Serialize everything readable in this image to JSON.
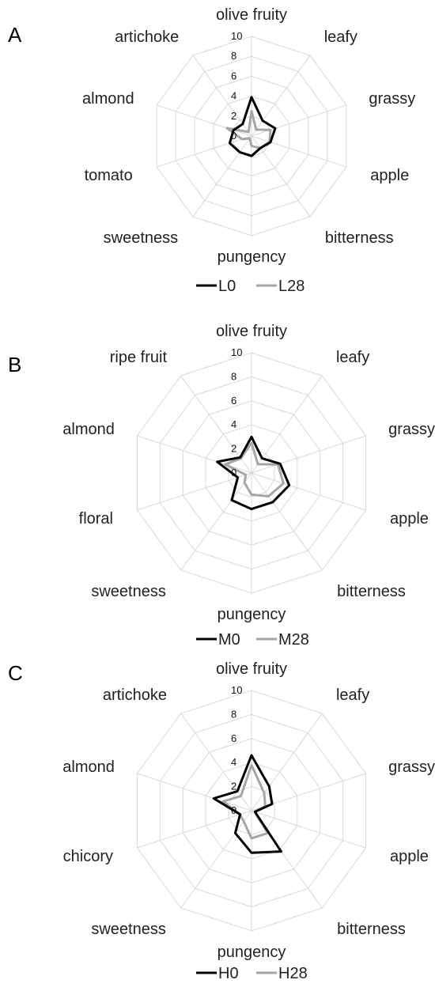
{
  "chart_data": [
    {
      "type": "radar",
      "panel": "A",
      "axes": [
        "olive fruity",
        "leafy",
        "grassy",
        "apple",
        "bitterness",
        "pungency",
        "sweetness",
        "tomato",
        "almond",
        "artichoke"
      ],
      "rlim": [
        0,
        10
      ],
      "ticks": [
        "0",
        "2",
        "4",
        "6",
        "8",
        "10"
      ],
      "series": [
        {
          "name": "L0",
          "color": "#000000",
          "values": [
            3.9,
            1.9,
            2.5,
            2.0,
            1.5,
            2.0,
            2.0,
            2.3,
            1.9,
            1.5
          ]
        },
        {
          "name": "L28",
          "color": "#a6a6a6",
          "values": [
            2.5,
            0.8,
            2.0,
            1.9,
            1.5,
            1.0,
            0.3,
            1.0,
            2.6,
            0.5
          ]
        }
      ]
    },
    {
      "type": "radar",
      "panel": "B",
      "axes": [
        "olive fruity",
        "leafy",
        "grassy",
        "apple",
        "bitterness",
        "pungency",
        "sweetness",
        "floral",
        "almond",
        "ripe fruit"
      ],
      "rlim": [
        0,
        10
      ],
      "ticks": [
        "0",
        "2",
        "4",
        "6",
        "8",
        "10"
      ],
      "series": [
        {
          "name": "M0",
          "color": "#000000",
          "values": [
            3.0,
            1.5,
            2.5,
            3.3,
            3.0,
            3.0,
            2.8,
            1.2,
            3.0,
            1.6
          ]
        },
        {
          "name": "M28",
          "color": "#a6a6a6",
          "values": [
            2.5,
            0.9,
            2.3,
            2.8,
            2.4,
            1.8,
            1.0,
            0.5,
            2.3,
            1.5
          ]
        }
      ]
    },
    {
      "type": "radar",
      "panel": "C",
      "axes": [
        "olive fruity",
        "leafy",
        "grassy",
        "apple",
        "bitterness",
        "pungency",
        "sweetness",
        "chicory",
        "almond",
        "artichoke"
      ],
      "rlim": [
        0,
        10
      ],
      "ticks": [
        "0",
        "2",
        "4",
        "6",
        "8",
        "10"
      ],
      "series": [
        {
          "name": "H0",
          "color": "#000000",
          "values": [
            4.6,
            2.5,
            1.8,
            0.3,
            4.2,
            3.5,
            2.3,
            1.0,
            3.3,
            2.0
          ]
        },
        {
          "name": "H28",
          "color": "#a6a6a6",
          "values": [
            3.8,
            1.8,
            1.2,
            0.3,
            2.3,
            2.3,
            1.1,
            1.0,
            2.5,
            1.5
          ]
        }
      ]
    }
  ]
}
